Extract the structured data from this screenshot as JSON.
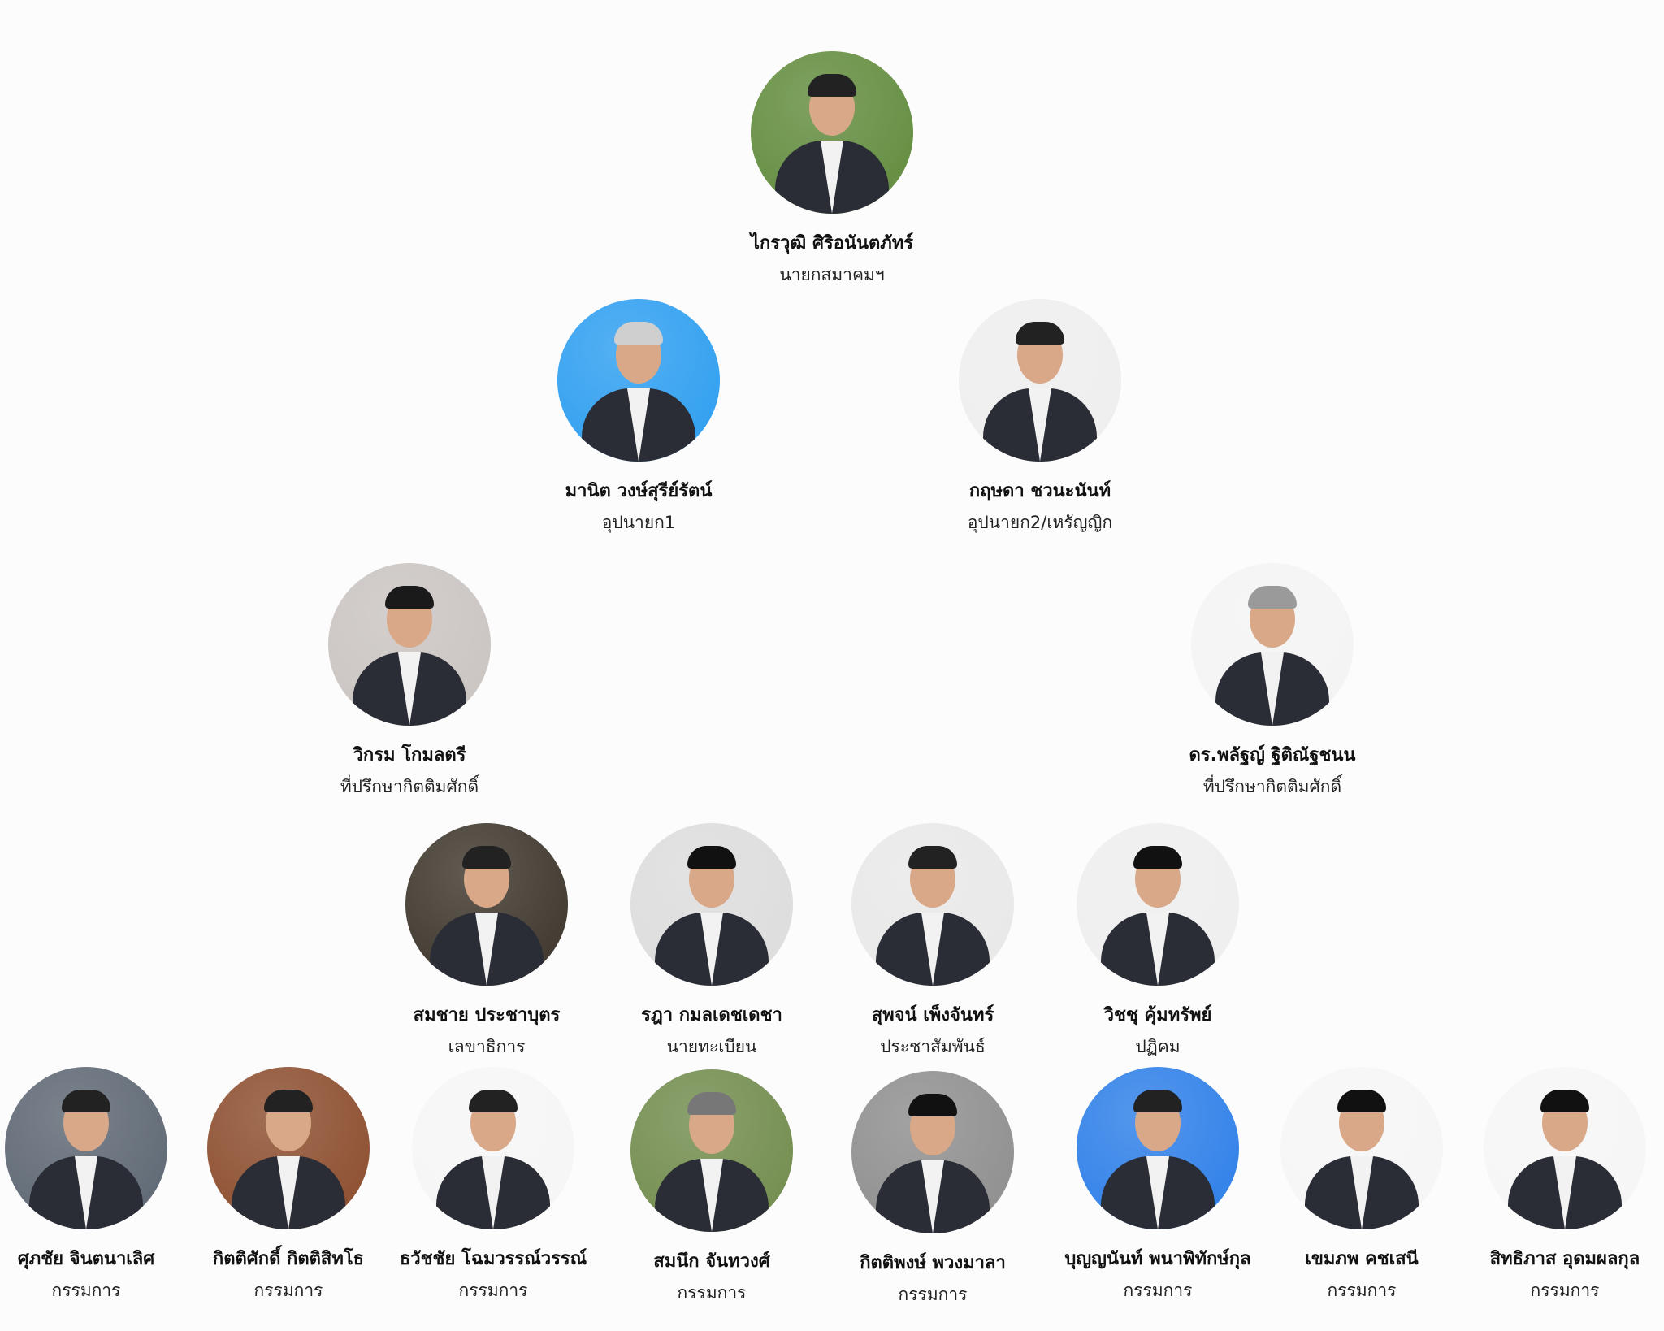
{
  "members": [
    {
      "name": "ไกรวุฒิ ศิริอนันตภัทร์",
      "role": "นายกสมาคมฯ",
      "bg": "#5f8a3a",
      "hair": "#222"
    },
    {
      "name": "มานิต วงษ์สุรีย์รัตน์",
      "role": "อุปนายก1",
      "bg": "#2a9df0",
      "hair": "#cfcfcf"
    },
    {
      "name": "กฤษดา ชวนะนันท์",
      "role": "อุปนายก2/เหรัญญิก",
      "bg": "#eeeeee",
      "hair": "#222"
    },
    {
      "name": "วิกรม โกมลตรี",
      "role": "ที่ปรึกษากิตติมศักดิ์",
      "bg": "#c9c3c0",
      "hair": "#1a1a1a"
    },
    {
      "name": "ดร.พลัฐญ์ ฐิติณัฐชนน",
      "role": "ที่ปรึกษากิตติมศักดิ์",
      "bg": "#f4f4f4",
      "hair": "#9a9a9a"
    },
    {
      "name": "สมชาย ประชาบุตร",
      "role": "เลขาธิการ",
      "bg": "#3a3228",
      "hair": "#222"
    },
    {
      "name": "รฎา กมลเดชเดชา",
      "role": "นายทะเบียน",
      "bg": "#dcdcdc",
      "hair": "#111"
    },
    {
      "name": "สุพจน์ เพ็งจันทร์",
      "role": "ประชาสัมพันธ์",
      "bg": "#e8e8e8",
      "hair": "#222"
    },
    {
      "name": "วิชชุ คุ้มทรัพย์",
      "role": "ปฏิคม",
      "bg": "#eeeeee",
      "hair": "#111"
    },
    {
      "name": "ศุภชัย จินตนาเลิศ",
      "role": "กรรมการ",
      "bg": "#5a6470",
      "hair": "#222"
    },
    {
      "name": "กิตติศักดิ์ กิตติสิทโธ",
      "role": "กรรมการ",
      "bg": "#8a4a2a",
      "hair": "#222"
    },
    {
      "name": "ธวัชชัย โฉมวรรณ์วรรณ์",
      "role": "กรรมการ",
      "bg": "#f6f6f6",
      "hair": "#222"
    },
    {
      "name": "สมนึก จันทวงศ์",
      "role": "กรรมการ",
      "bg": "#6f8a4a",
      "hair": "#777"
    },
    {
      "name": "กิตติพงษ์ พวงมาลา",
      "role": "กรรมการ",
      "bg": "#8c8c8c",
      "hair": "#111"
    },
    {
      "name": "บุญญนันท์ พนาพิทักษ์กุล",
      "role": "กรรมการ",
      "bg": "#2a7de8",
      "hair": "#222"
    },
    {
      "name": "เขมภพ คชเสนี",
      "role": "กรรมการ",
      "bg": "#f6f6f6",
      "hair": "#111"
    },
    {
      "name": "สิทธิภาส อุดมผลกุล",
      "role": "กรรมการ",
      "bg": "#f6f6f6",
      "hair": "#111"
    }
  ]
}
